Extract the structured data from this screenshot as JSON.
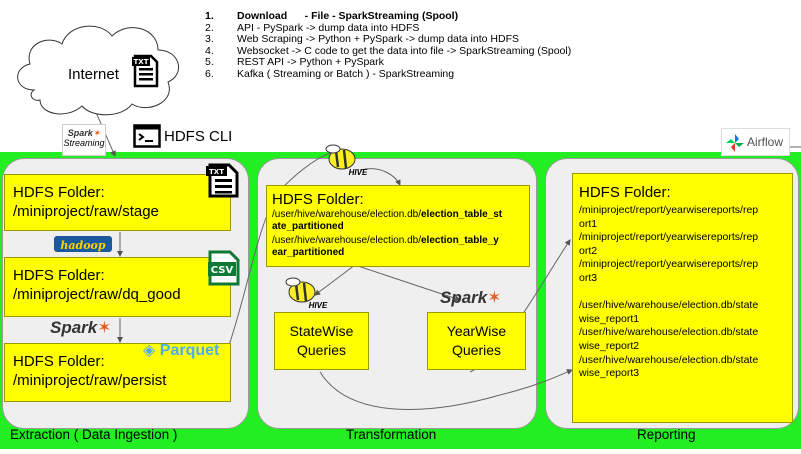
{
  "steps": [
    {
      "num": "1.",
      "text": "Download      - File - SparkStreaming (Spool)"
    },
    {
      "num": "2.",
      "text": "API - PySpark -> dump data into HDFS"
    },
    {
      "num": "3.",
      "text": "Web Scraping -> Python + PySpark -> dump data into HDFS"
    },
    {
      "num": "4.",
      "text": "Websocket -> C code to get the data into file -> SparkStreaming (Spool)"
    },
    {
      "num": "5.",
      "text": "REST API -> Python + PySpark"
    },
    {
      "num": "6.",
      "text": "Kafka ( Streaming or Batch ) - SparkStreaming"
    }
  ],
  "internet": {
    "label": "Internet",
    "file_caption": "TXT"
  },
  "spark_streaming": {
    "line1": "Spark",
    "line2": "Streaming"
  },
  "hdfs_cli": {
    "label": "HDFS CLI"
  },
  "airflow": {
    "label": "Airflow"
  },
  "extraction": {
    "stage": {
      "title": "HDFS Folder:",
      "path": "/miniproject/raw/stage"
    },
    "dq_good": {
      "title": "HDFS Folder:",
      "path": "/miniproject/raw/dq_good"
    },
    "persist": {
      "title": "HDFS Folder:",
      "path": "/miniproject/raw/persist"
    },
    "txt_caption": "TXT",
    "csv_caption": "CSV",
    "hadoop_label": "hadoop",
    "spark_label": "Spark",
    "parquet_label": "Parquet"
  },
  "transformation": {
    "folder": {
      "title": "HDFS Folder:",
      "line1_prefix": "/user/hive/warehouse/election.db/",
      "line1_bold": "election_table_st",
      "line1_cont": "ate_partitioned",
      "line2_prefix": "/user/hive/warehouse/election.db/",
      "line2_bold": "election_table_y",
      "line2_cont": "ear_partitioned"
    },
    "hive_label": "HIVE",
    "statewise": "StateWise Queries",
    "yearwise": "YearWise Queries",
    "spark_label": "Spark"
  },
  "reporting": {
    "title": "HDFS Folder:",
    "lines": [
      "/miniproject/report/yearwisereports/rep",
      "ort1",
      "/miniproject/report/yearwisereports/rep",
      "ort2",
      "/miniproject/report/yearwisereports/rep",
      "ort3",
      "",
      "/user/hive/warehouse/election.db/state",
      "wise_report1",
      "/user/hive/warehouse/election.db/state",
      "wise_report2",
      "/user/hive/warehouse/election.db/state",
      "wise_report3"
    ]
  },
  "footer": {
    "extraction": "Extraction ( Data Ingestion )",
    "transformation": "Transformation",
    "reporting": "Reporting"
  },
  "colors": {
    "green": "#22ee22",
    "yellow": "#ffff00",
    "panel": "#efefef"
  }
}
